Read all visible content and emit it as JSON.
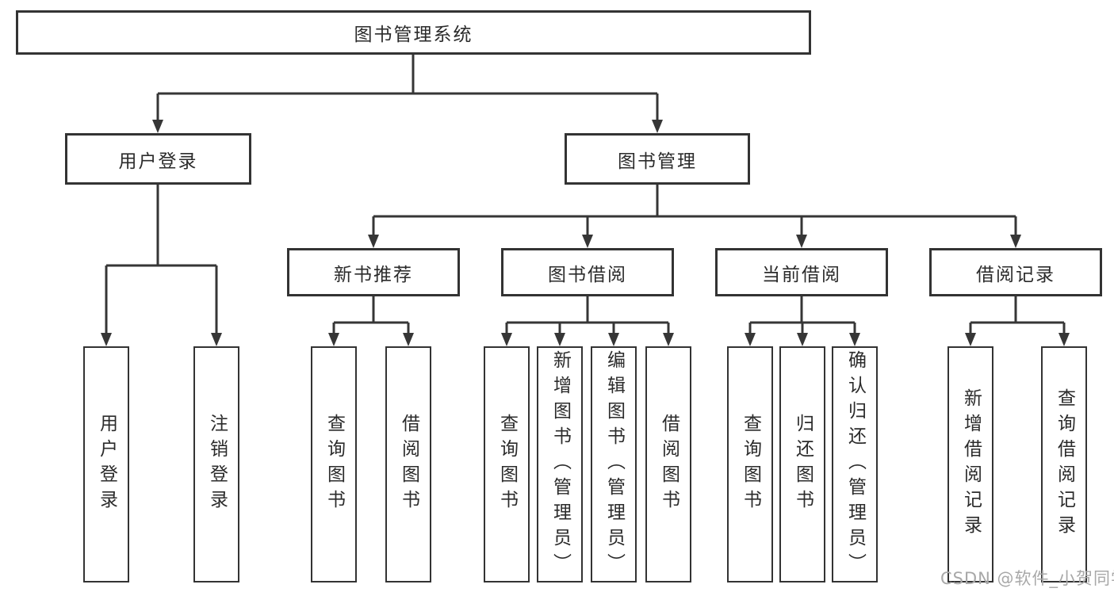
{
  "tree": {
    "root": "图书管理系统",
    "branches": [
      {
        "label": "用户登录",
        "children": [
          "用户登录",
          "注销登录"
        ]
      },
      {
        "label": "图书管理",
        "groups": [
          {
            "label": "新书推荐",
            "children": [
              "查询图书",
              "借阅图书"
            ]
          },
          {
            "label": "图书借阅",
            "children": [
              "查询图书",
              "新增图书（管理员）",
              "编辑图书（管理员）",
              "借阅图书"
            ]
          },
          {
            "label": "当前借阅",
            "children": [
              "查询图书",
              "归还图书",
              "确认归还（管理员）"
            ]
          },
          {
            "label": "借阅记录",
            "children": [
              "新增借阅记录",
              "查询借阅记录"
            ]
          }
        ]
      }
    ]
  },
  "watermark": "CSDN @软件_小贺同学",
  "colors": {
    "line": "#363636",
    "box_border": "#333333",
    "box_fill": "#ffffff",
    "text": "#2b2b2b",
    "watermark": "#a8a8a8",
    "background": "#ffffff"
  }
}
